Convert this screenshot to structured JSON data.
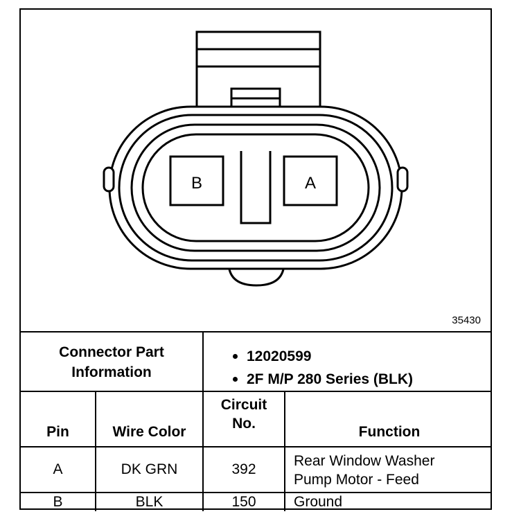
{
  "diagram": {
    "pins": [
      {
        "label": "B"
      },
      {
        "label": "A"
      }
    ],
    "figure_id": "35430"
  },
  "connector_info": {
    "label_line1": "Connector Part",
    "label_line2": "Information",
    "items": [
      "12020599",
      "2F M/P 280 Series (BLK)"
    ]
  },
  "table": {
    "headers": {
      "pin": "Pin",
      "wire_color": "Wire Color",
      "circuit_line1": "Circuit",
      "circuit_line2": "No.",
      "function": "Function"
    },
    "rows": [
      {
        "pin": "A",
        "wire_color": "DK GRN",
        "circuit": "392",
        "function_line1": "Rear Window Washer",
        "function_line2": "Pump Motor - Feed"
      },
      {
        "pin": "B",
        "wire_color": "BLK",
        "circuit": "150",
        "function_line1": "Ground",
        "function_line2": ""
      }
    ]
  }
}
